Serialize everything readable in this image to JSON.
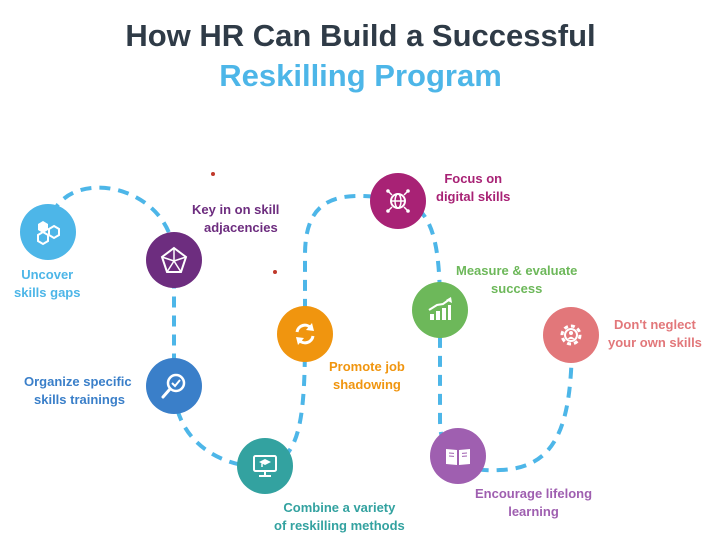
{
  "title": {
    "line1": "How HR Can Build a Successful",
    "line2": "Reskilling Program"
  },
  "colors": {
    "title_dark": "#2f3b47",
    "title_accent": "#4db6e8",
    "path": "#4db6e8"
  },
  "steps": [
    {
      "line1": "Uncover",
      "line2": "skills gaps",
      "icon": "hexagons-icon",
      "color": "#4db6e8"
    },
    {
      "line1": "Key in on skill",
      "line2": "adjacencies",
      "icon": "network-icon",
      "color": "#6d2d7f"
    },
    {
      "line1": "Organize specific",
      "line2": "skills trainings",
      "icon": "magnifier-check-icon",
      "color": "#3a7fc9"
    },
    {
      "line1": "Combine a variety",
      "line2": "of reskilling methods",
      "icon": "monitor-graduation-icon",
      "color": "#33a2a0"
    },
    {
      "line1": "Promote job",
      "line2": "shadowing",
      "icon": "refresh-arrows-icon",
      "color": "#f0950f"
    },
    {
      "line1": "Focus on",
      "line2": "digital skills",
      "icon": "digital-globe-icon",
      "color": "#a82275"
    },
    {
      "line1": "Measure & evaluate",
      "line2": "success",
      "icon": "bar-chart-icon",
      "color": "#6db85a"
    },
    {
      "line1": "Encourage lifelong",
      "line2": "learning",
      "icon": "open-book-icon",
      "color": "#9f5fb0"
    },
    {
      "line1": "Don't neglect",
      "line2": "your own skills",
      "icon": "gear-person-icon",
      "color": "#e2777a"
    }
  ]
}
